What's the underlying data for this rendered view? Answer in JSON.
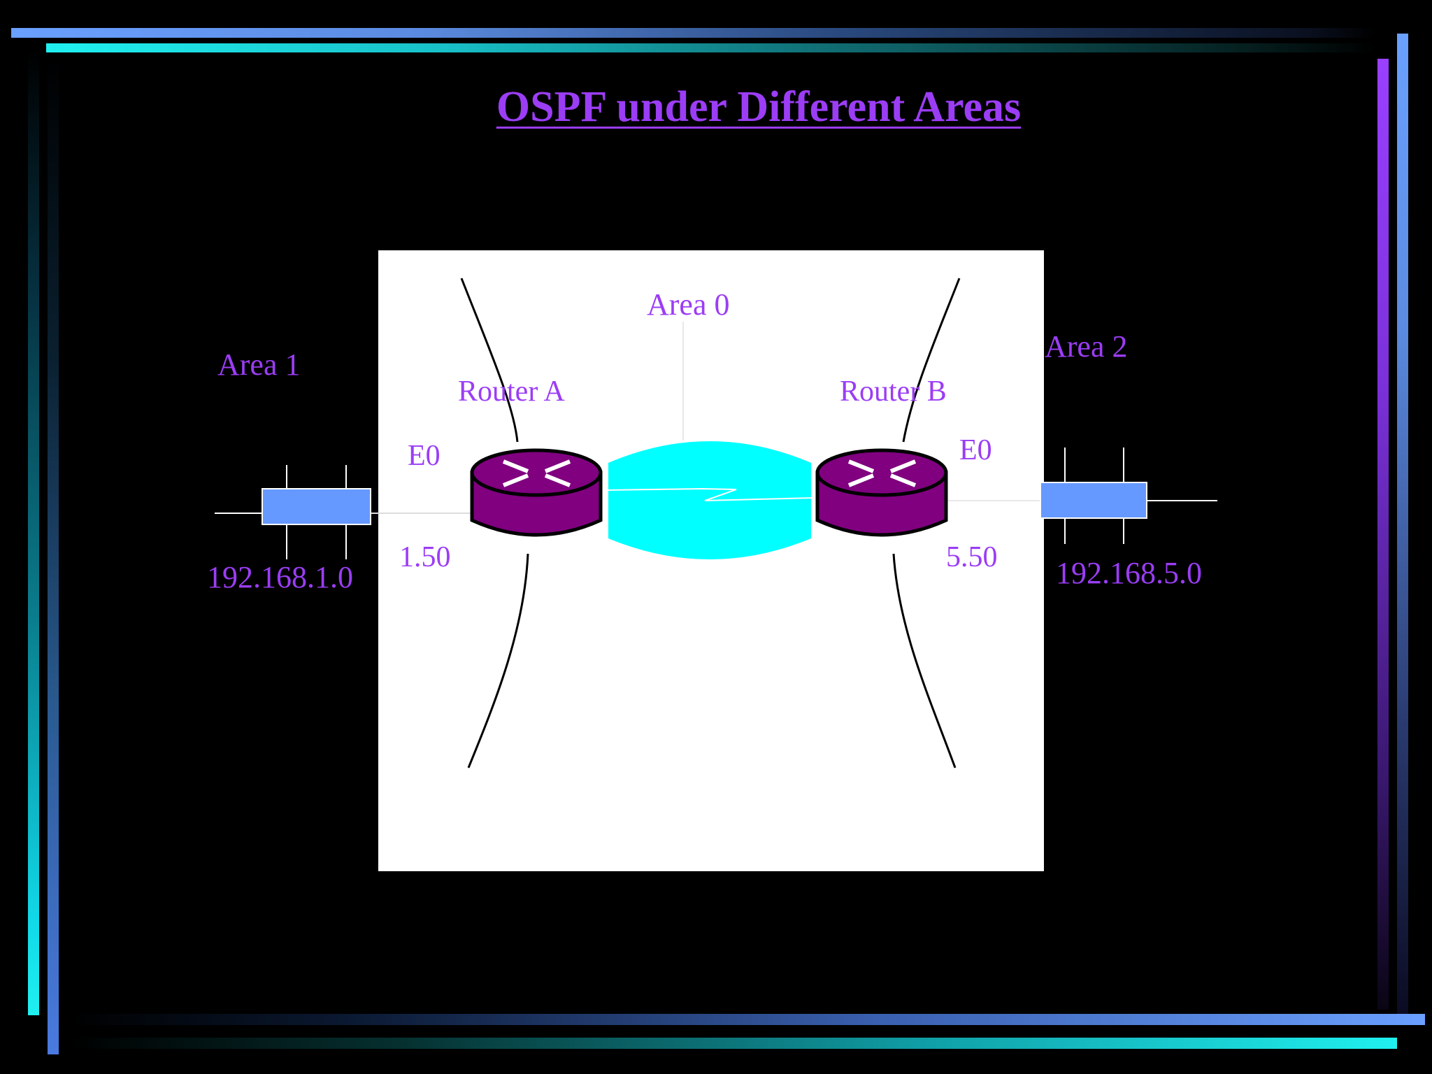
{
  "title": "OSPF under Different Areas",
  "labels": {
    "area0": "Area 0",
    "area1": "Area 1",
    "area2": "Area 2",
    "router_a": "Router A",
    "router_b": "Router B",
    "e0_a": "E0",
    "e0_b": "E0",
    "addr_a": "1.50",
    "addr_b": "5.50",
    "net_1": "192.168.1.0",
    "net_5": "192.168.5.0"
  },
  "colors": {
    "text": "#9b3df5",
    "router": "#800080",
    "wan_cloud": "#00ffff",
    "segment": "#6699ff",
    "area0_bg": "#ffffff"
  },
  "icons": [
    "router-icon",
    "wan-cloud-icon",
    "ethernet-segment-icon"
  ]
}
